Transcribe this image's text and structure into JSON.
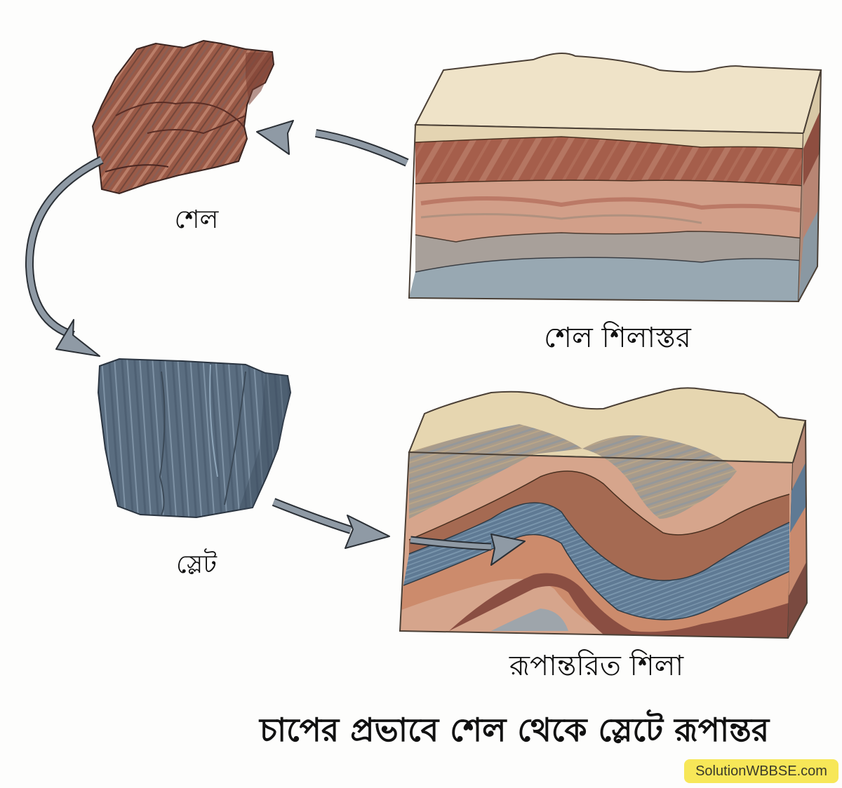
{
  "title": "চাপের প্রভাবে শেল থেকে স্লেটে রূপান্তর",
  "nodes": {
    "shale_rock": {
      "label": "শেল",
      "color": "#8a4a3a"
    },
    "slate_rock": {
      "label": "স্লেট",
      "color": "#55687a"
    },
    "shale_strata": {
      "label": "শেল শিলাস্তর"
    },
    "metamorphic_rock": {
      "label": "রূপান্তরিত শিলা"
    }
  },
  "arrows": [
    {
      "from": "shale_strata",
      "to": "shale_rock"
    },
    {
      "from": "shale_rock",
      "to": "slate_rock"
    },
    {
      "from": "slate_rock",
      "to": "metamorphic_rock"
    },
    {
      "from": "metamorphic_rock_left",
      "to": "metamorphic_rock_blue_layer"
    }
  ],
  "colors": {
    "arrow_fill": "#8f9aa5",
    "arrow_stroke": "#2a2f35",
    "sand_top": "#e8d9b8",
    "red_layer": "#a9604c",
    "pink_layer": "#d3a08a",
    "blue_gray_layer": "#8d9ea8",
    "slate_blue": "#5d7690",
    "dark_brown": "#7a4a3c",
    "watermark_bg": "#f7e758"
  },
  "watermark": "SolutionWBBSE.com"
}
